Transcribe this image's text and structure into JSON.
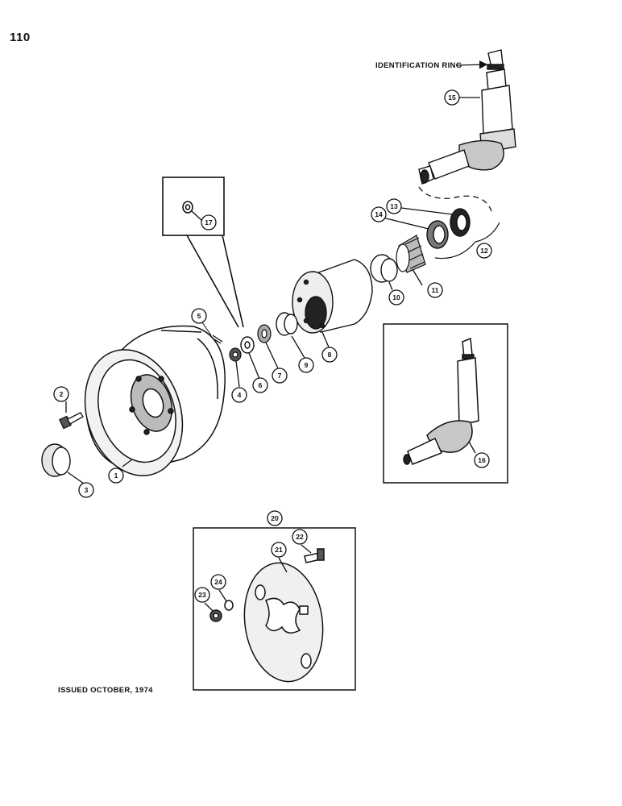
{
  "page_number": "110",
  "identification_ring_label": "IDENTIFICATION RING",
  "issued_label": "ISSUED OCTOBER, 1974",
  "callouts": [
    "1",
    "2",
    "3",
    "4",
    "5",
    "6",
    "7",
    "8",
    "9",
    "10",
    "11",
    "12",
    "13",
    "14",
    "15",
    "16",
    "17",
    "20",
    "21",
    "22",
    "23",
    "24"
  ]
}
